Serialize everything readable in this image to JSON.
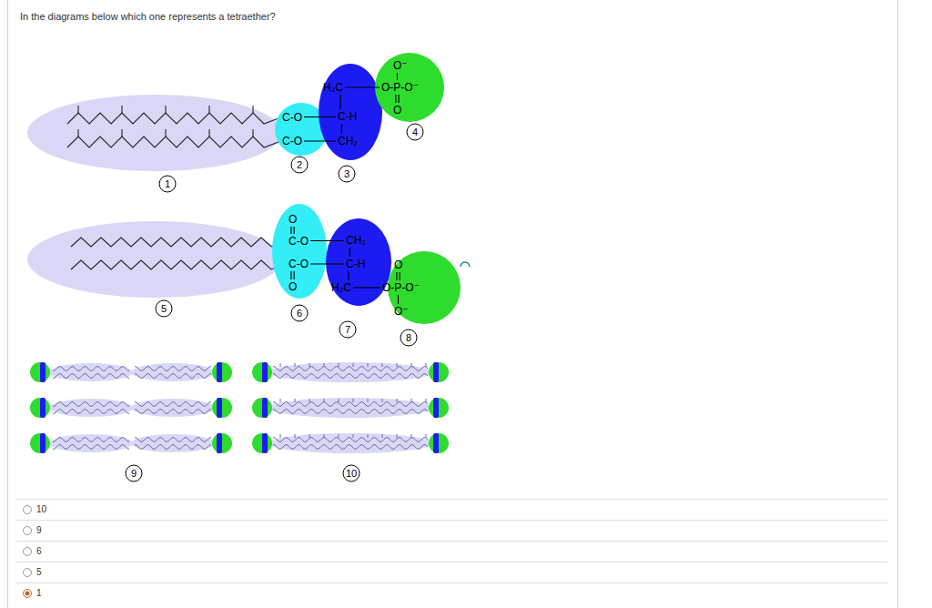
{
  "diagram": {
    "title": "In the diagrams below which one represents a tetraether?",
    "nodes": [
      {
        "text": [
          "C-O",
          "C-O"
        ]
      },
      {
        "text": [
          "H₂C",
          "C-H",
          "CH₂"
        ]
      },
      {
        "text": [
          "O⁻",
          "O-P-O⁻",
          "O"
        ]
      },
      {
        "text": [
          "O",
          "C-O",
          "C-O",
          "O"
        ]
      },
      {
        "text": [
          "CH₂",
          "C-H",
          "H₂C"
        ]
      },
      {
        "text": [
          "O",
          "O-P-O⁻",
          "O⁻"
        ]
      }
    ],
    "labels": [
      "1",
      "2",
      "3",
      "4",
      "5",
      "6",
      "7",
      "8",
      "9",
      "10",
      "10",
      "9",
      "6",
      "5",
      "1"
    ]
  }
}
